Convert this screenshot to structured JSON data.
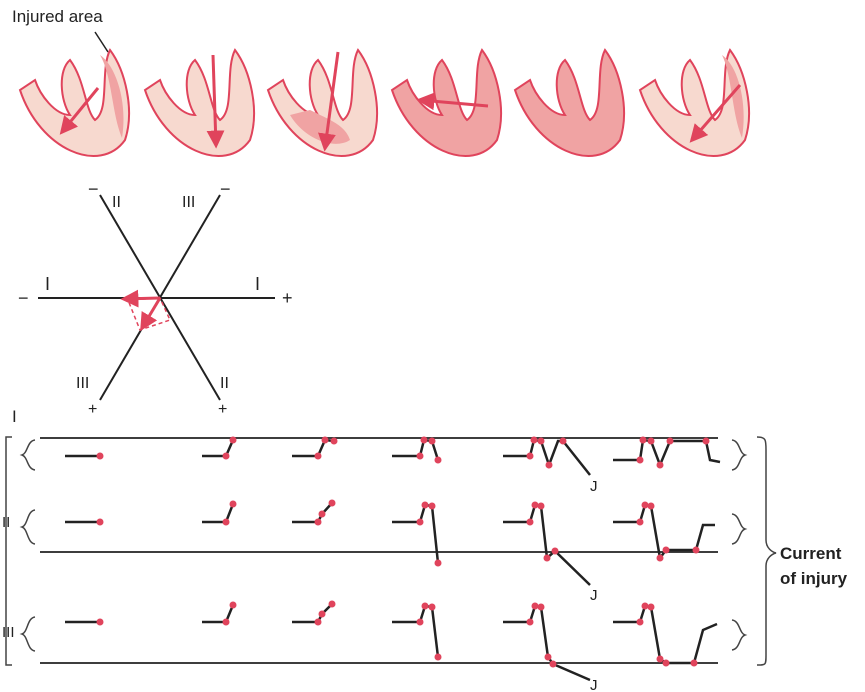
{
  "header": {
    "injured_area_label": "Injured area"
  },
  "hexaxial": {
    "lead_I_label_left": "I",
    "lead_I_label_right": "I",
    "lead_II_label_top": "II",
    "lead_II_label_bottom": "II",
    "lead_III_label_top": "III",
    "lead_III_label_bottom": "III",
    "minus": "−",
    "plus": "+"
  },
  "leads": {
    "lead_I": "I",
    "lead_II": "II",
    "lead_III": "III",
    "j_point": "J"
  },
  "bracket_label": {
    "line1": "Current",
    "line2": "of injury"
  },
  "colors": {
    "vector": "#e0445c",
    "myocardium_light": "#f7d9cf",
    "myocardium_dark": "#f0a3a3",
    "trace": "#222222"
  }
}
